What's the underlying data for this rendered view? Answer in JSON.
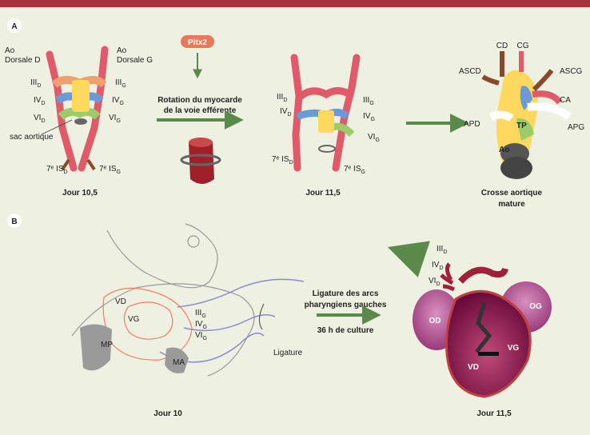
{
  "panel_a": {
    "letter": "A",
    "stage1": {
      "ao_d_line1": "Ao",
      "ao_d_line2": "Dorsale D",
      "ao_g_line1": "Ao",
      "ao_g_line2": "Dorsale G",
      "iii_d": "III",
      "iii_d_sub": "D",
      "iv_d": "IV",
      "iv_d_sub": "D",
      "vi_d": "VI",
      "vi_d_sub": "D",
      "iii_g": "III",
      "iii_g_sub": "G",
      "iv_g": "IV",
      "iv_g_sub": "G",
      "vi_g": "VI",
      "vi_g_sub": "G",
      "sac": "sac aortique",
      "is_d": "7ᵉ IS",
      "is_d_sub": "D",
      "is_g": "7ᵉ IS",
      "is_g_sub": "G",
      "caption": "Jour 10,5"
    },
    "pitx2": "Pitx2",
    "rotation_line1": "Rotation du myocarde",
    "rotation_line2": "de la voie efférente",
    "stage2": {
      "iii_d": "III",
      "iii_d_sub": "D",
      "iv_d": "IV",
      "iv_d_sub": "D",
      "iii_g": "III",
      "iii_g_sub": "G",
      "iv_g": "IV",
      "iv_g_sub": "G",
      "vi_g": "VI",
      "vi_g_sub": "G",
      "is_d": "7ᵉ IS",
      "is_d_sub": "D",
      "is_g": "7ᵉ IS",
      "is_g_sub": "G",
      "caption": "Jour 11,5"
    },
    "stage3": {
      "cd": "CD",
      "cg": "CG",
      "ascd": "ASCD",
      "ascg": "ASCG",
      "ca": "CA",
      "apd": "APD",
      "tp": "TP",
      "apg": "APG",
      "ao": "Ao",
      "caption_line1": "Crosse aortique",
      "caption_line2": "mature"
    }
  },
  "panel_b": {
    "letter": "B",
    "left": {
      "vd": "VD",
      "vg": "VG",
      "iii": "III",
      "iii_sub": "G",
      "iv": "IV",
      "iv_sub": "G",
      "vi": "VI",
      "vi_sub": "G",
      "mp": "MP",
      "ma": "MA",
      "ligature": "Ligature",
      "caption": "Jour 10"
    },
    "arrow_line1": "Ligature des arcs",
    "arrow_line2": "pharyngiens gauches",
    "culture": "36 h de culture",
    "right": {
      "iii": "III",
      "iii_sub": "D",
      "iv": "IV",
      "iv_sub": "D",
      "vi": "VI",
      "vi_sub": "D",
      "od": "OD",
      "og": "OG",
      "vd": "VD",
      "vg": "VG",
      "caption": "Jour 11,5"
    }
  },
  "colors": {
    "band": "#a8323c",
    "background": "#eef0e2",
    "iii_arch": "#f0a070",
    "iv_arch": "#6a9ad8",
    "vi_arch": "#9acd6a",
    "aorta": "#e05a6a",
    "sac": "#ffd860",
    "carotid": "#8a4a2a",
    "arrow": "#5a8a4a",
    "pitx2": "#e8785a",
    "heart": "#8a1a4a"
  }
}
